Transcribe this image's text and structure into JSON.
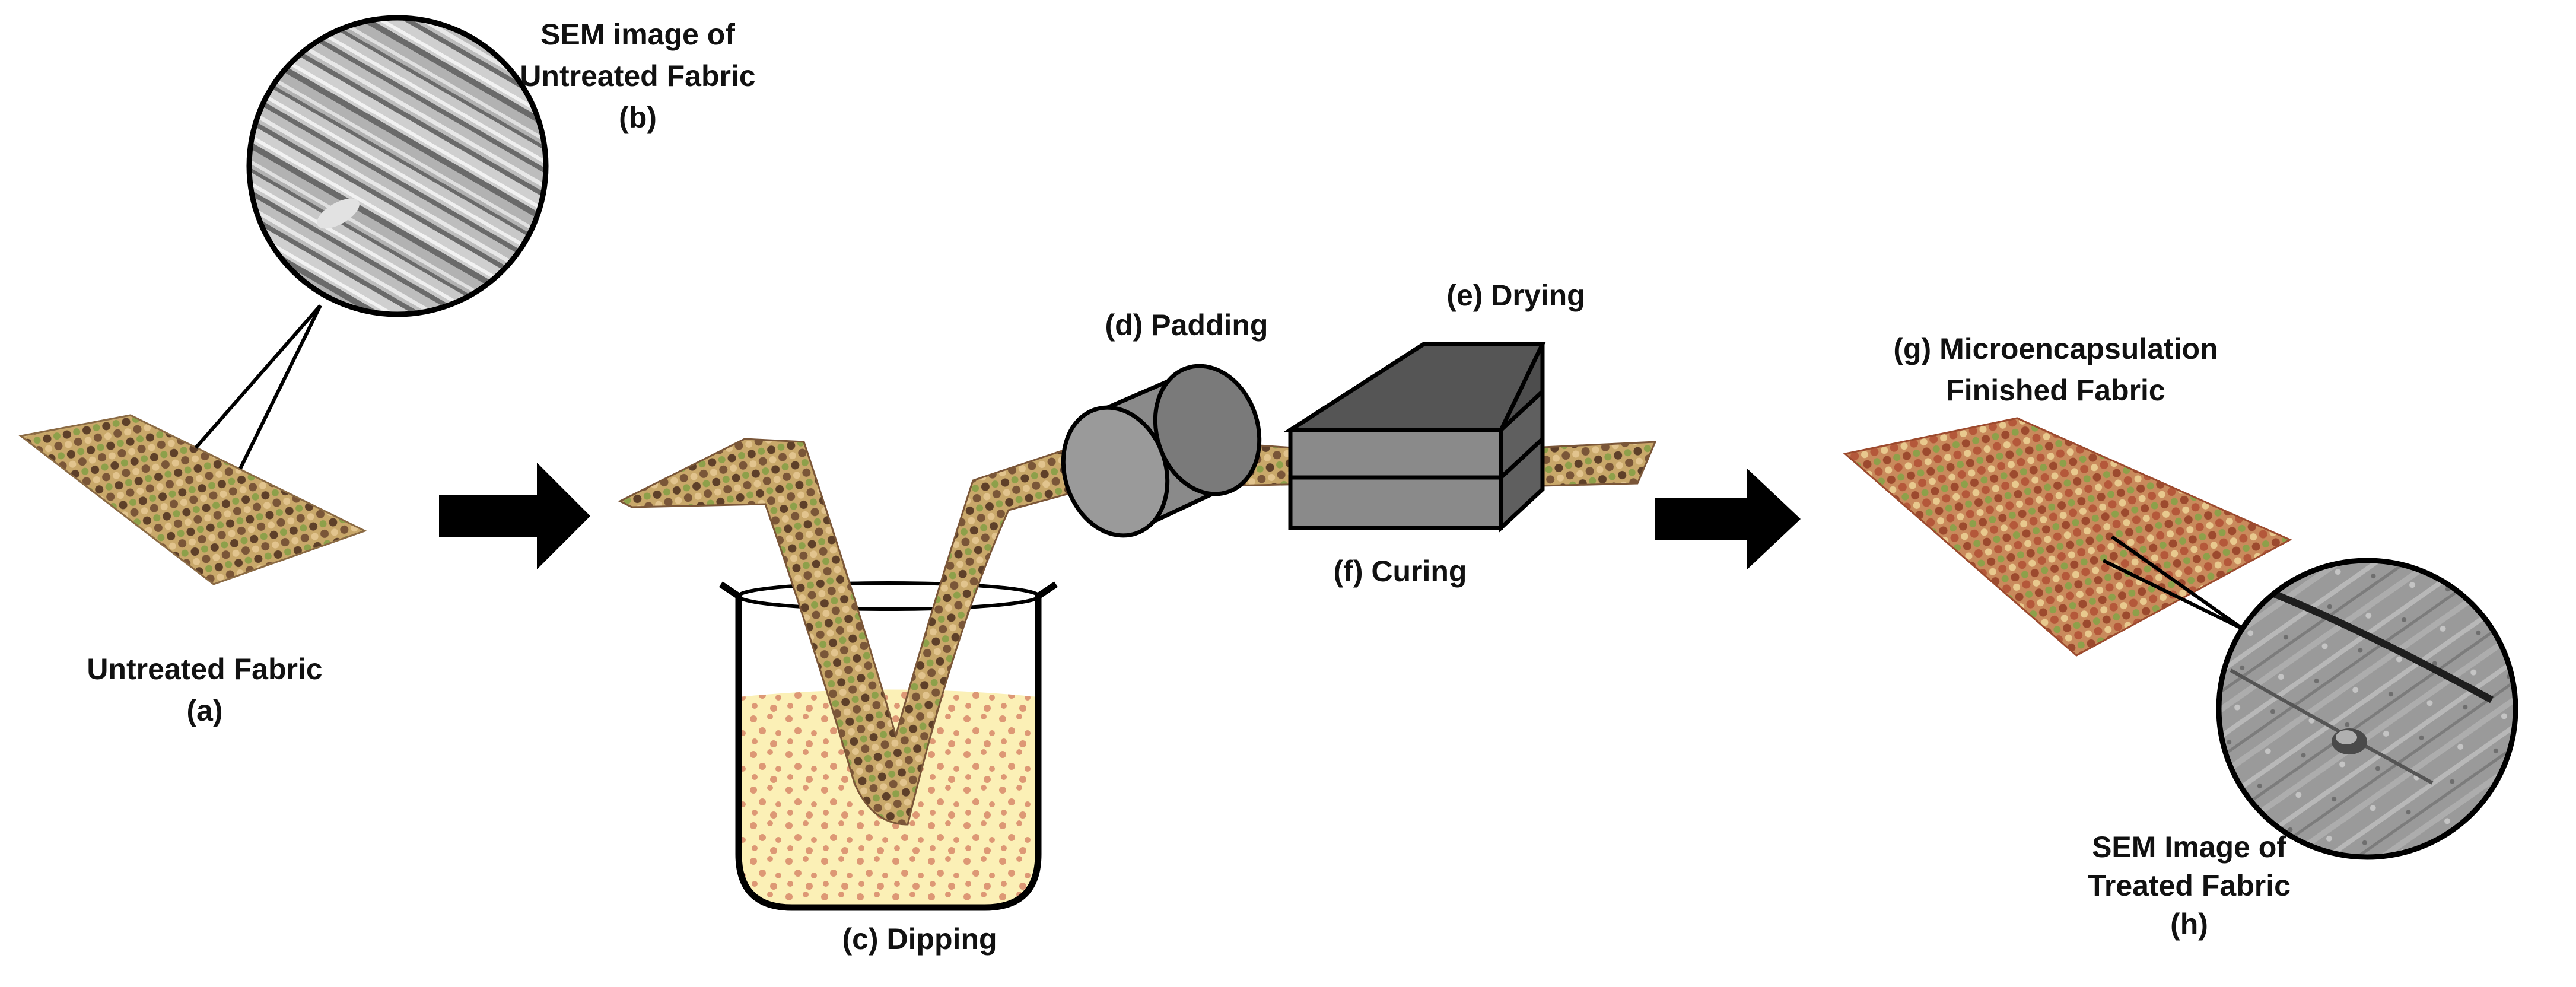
{
  "labels": {
    "sem_untreated": [
      "SEM image of",
      "Untreated Fabric",
      "(b)"
    ],
    "untreated_fabric": [
      "Untreated Fabric",
      "(a)"
    ],
    "dipping": "(c) Dipping",
    "padding": "(d) Padding",
    "drying": "(e) Drying",
    "curing": "(f) Curing",
    "finished_fabric": [
      "(g) Microencapsulation",
      "Finished Fabric"
    ],
    "sem_treated": [
      "SEM Image of",
      "Treated Fabric",
      "(h)"
    ]
  },
  "colors": {
    "fabric_base": "#c9a86a",
    "fabric_brown": "#7a5638",
    "fabric_green": "#8da04a",
    "fabric_tan": "#e2c48e",
    "fabric_rust": "#b4583a",
    "arrow": "#000000",
    "solution": "#fbf0b6",
    "capsule": "#d8896a",
    "roller": "#8a8a8a",
    "dryer_top": "#4d4d4d",
    "dryer_front": "#8a8a8a",
    "sem_background": "#9a9a9a"
  }
}
